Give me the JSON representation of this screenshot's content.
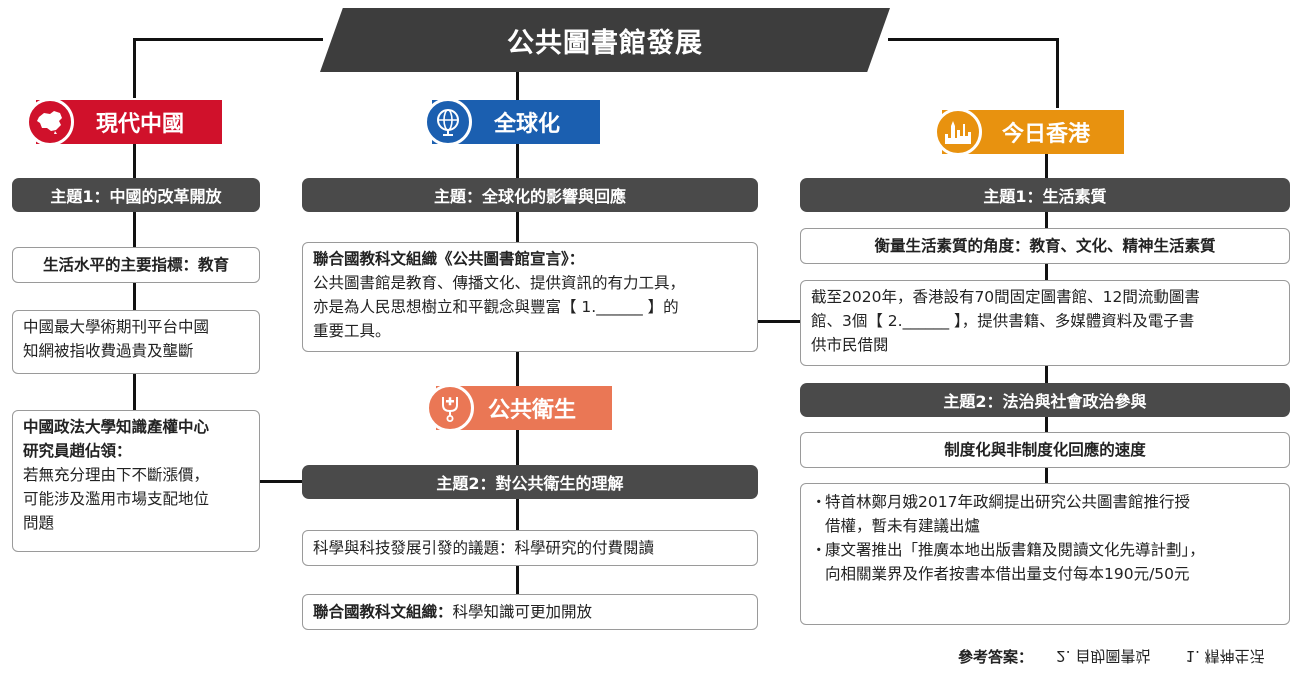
{
  "title": "公共圖書館發展",
  "sections": {
    "china": {
      "label": "現代中國",
      "color": "#d0112b",
      "icon": "china-map-icon"
    },
    "global": {
      "label": "全球化",
      "color": "#1b5fb0",
      "icon": "globe-icon"
    },
    "hk": {
      "label": "今日香港",
      "color": "#e8920f",
      "icon": "skyline-icon"
    },
    "health": {
      "label": "公共衛生",
      "color": "#ea7755",
      "icon": "stethoscope-icon"
    }
  },
  "china": {
    "theme": "主題1：中國的改革開放",
    "box1": "生活水平的主要指標：教育",
    "box2_l1": "中國最大學術期刊平台中國",
    "box2_l2": "知網被指收費過貴及壟斷",
    "box3_l1": "中國政法大學知識產權中心",
    "box3_l2": "研究員趙佔領：",
    "box3_l3": "若無充分理由下不斷漲價，",
    "box3_l4": "可能涉及濫用市場支配地位",
    "box3_l5": "問題"
  },
  "global": {
    "theme": "主題：全球化的影響與回應",
    "box_l1": "聯合國教科文組織《公共圖書館宣言》：",
    "box_l2": "公共圖書館是教育、傳播文化、提供資訊的有力工具，",
    "box_l3": "亦是為人民思想樹立和平觀念與豐富【 1.______ 】的",
    "box_l4": "重要工具。"
  },
  "health": {
    "theme": "主題2：對公共衛生的理解",
    "box1": "科學與科技發展引發的議題：科學研究的付費閱讀",
    "box2_bold": "聯合國教科文組織：",
    "box2_rest": "科學知識可更加開放"
  },
  "hk": {
    "theme1": "主題1：生活素質",
    "box1": "衡量生活素質的角度：教育、文化、精神生活素質",
    "box2_l1": "截至2020年，香港設有70間固定圖書館、12間流動圖書",
    "box2_l2": "館、3個【 2.______ 】，提供書籍、多媒體資料及電子書",
    "box2_l3": "供市民借閱",
    "theme2": "主題2：法治與社會政治參與",
    "box3": "制度化與非制度化回應的速度",
    "bullet1_l1": "特首林鄭月娥2017年政綱提出研究公共圖書館推行授",
    "bullet1_l2": "借權，暫未有建議出爐",
    "bullet2_l1": "康文署推出「推廣本地出版書籍及閱讀文化先導計劃」，",
    "bullet2_l2": "向相關業界及作者按書本借出量支付每本190元/50元",
    "bullet_mark": "・"
  },
  "answers": {
    "label": "參考答案：",
    "a2": "2. 自助圖書站",
    "a1": "1. 精神生活"
  }
}
